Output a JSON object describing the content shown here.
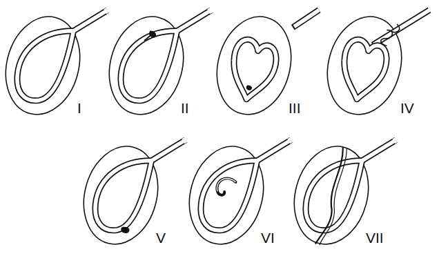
{
  "diagram": {
    "labels": [
      "I",
      "II",
      "III",
      "IV",
      "V",
      "VI",
      "VII"
    ]
  }
}
